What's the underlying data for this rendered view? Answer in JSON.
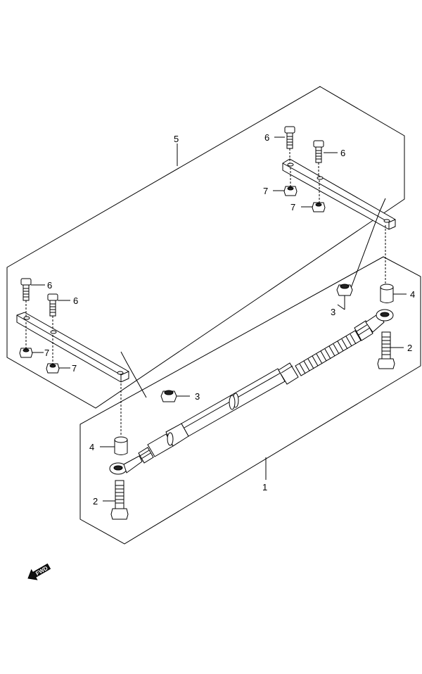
{
  "callouts": {
    "c1": "1",
    "c2_left": "2",
    "c2_right": "2",
    "c3_left": "3",
    "c3_right": "3",
    "c4_left": "4",
    "c4_right": "4",
    "c5": "5",
    "c6_tl_a": "6",
    "c6_tl_b": "6",
    "c6_tr_a": "6",
    "c6_tr_b": "6",
    "c7_l_a": "7",
    "c7_l_b": "7",
    "c7_r_a": "7",
    "c7_r_b": "7"
  },
  "fwd_label": "FWD",
  "icons": [
    "fwd-arrow-icon"
  ]
}
